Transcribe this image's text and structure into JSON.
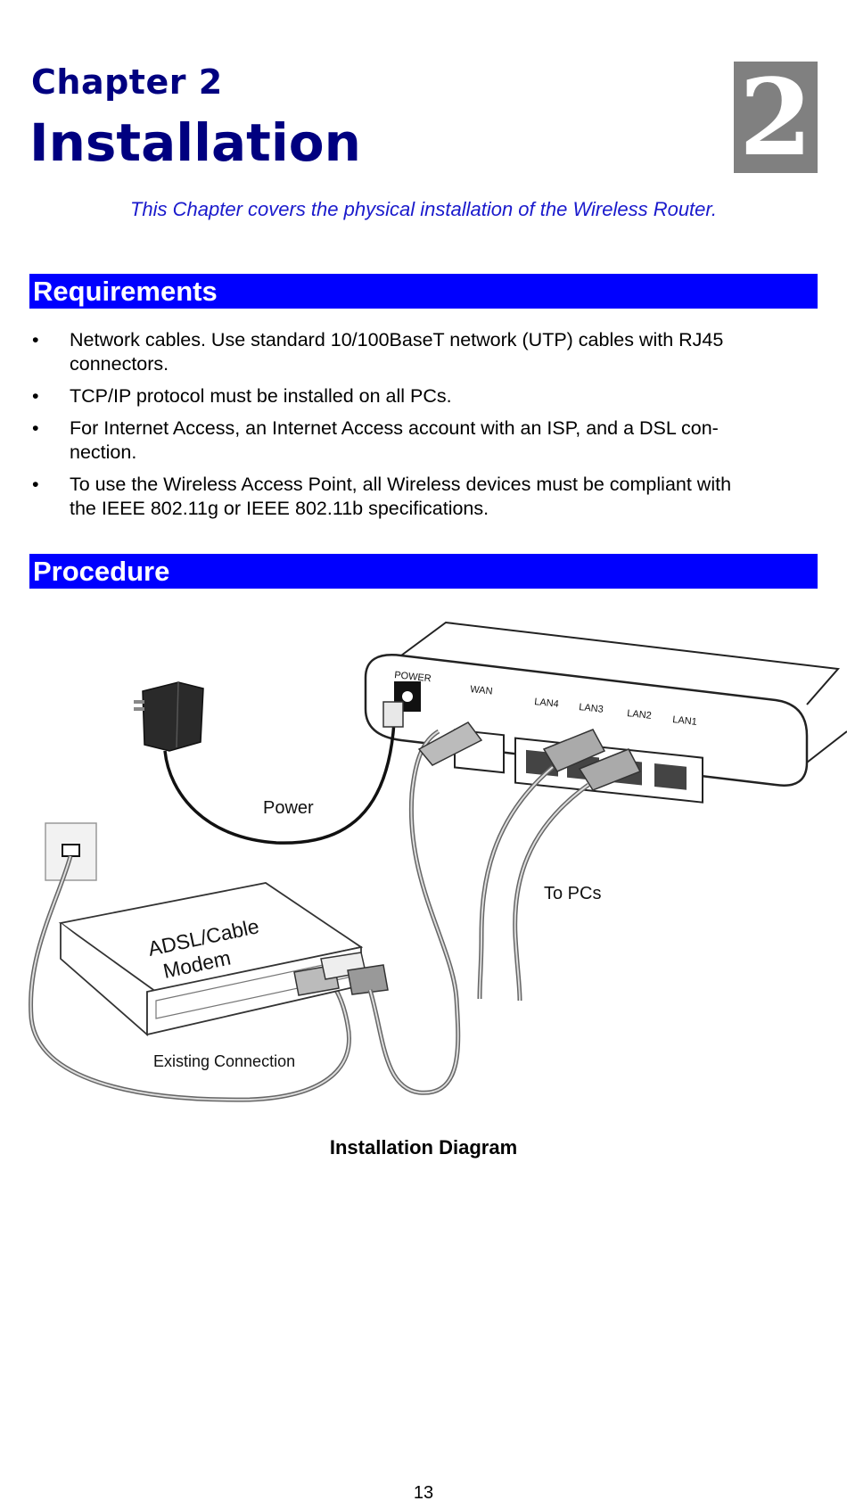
{
  "header": {
    "chapter_label": "Chapter 2",
    "chapter_title": "Installation",
    "chapter_number": "2",
    "subtitle": "This Chapter covers the physical installation of the Wireless Router."
  },
  "requirements": {
    "heading": "Requirements",
    "items": [
      {
        "line1": "Network cables. Use standard 10/100BaseT network (UTP) cables with RJ45",
        "line2": "connectors."
      },
      {
        "line1": "TCP/IP protocol must be installed on all PCs.",
        "line2": ""
      },
      {
        "line1": "For Internet Access, an Internet Access account with an ISP, and a DSL con-",
        "line2": "nection."
      },
      {
        "line1": "To use the Wireless Access Point, all Wireless devices must be compliant with",
        "line2": "the IEEE 802.11g or IEEE 802.11b specifications."
      }
    ]
  },
  "procedure": {
    "heading": "Procedure",
    "diagram": {
      "labels": {
        "power_port": "POWER",
        "wan_port": "WAN",
        "lan4": "LAN4",
        "lan3": "LAN3",
        "lan2": "LAN2",
        "lan1": "LAN1",
        "power_cable": "Power",
        "to_pcs": "To PCs",
        "modem_line1": "ADSL/Cable",
        "modem_line2": "Modem",
        "existing": "Existing Connection"
      },
      "caption": "Installation Diagram"
    }
  },
  "footer": {
    "page_number": "13"
  }
}
